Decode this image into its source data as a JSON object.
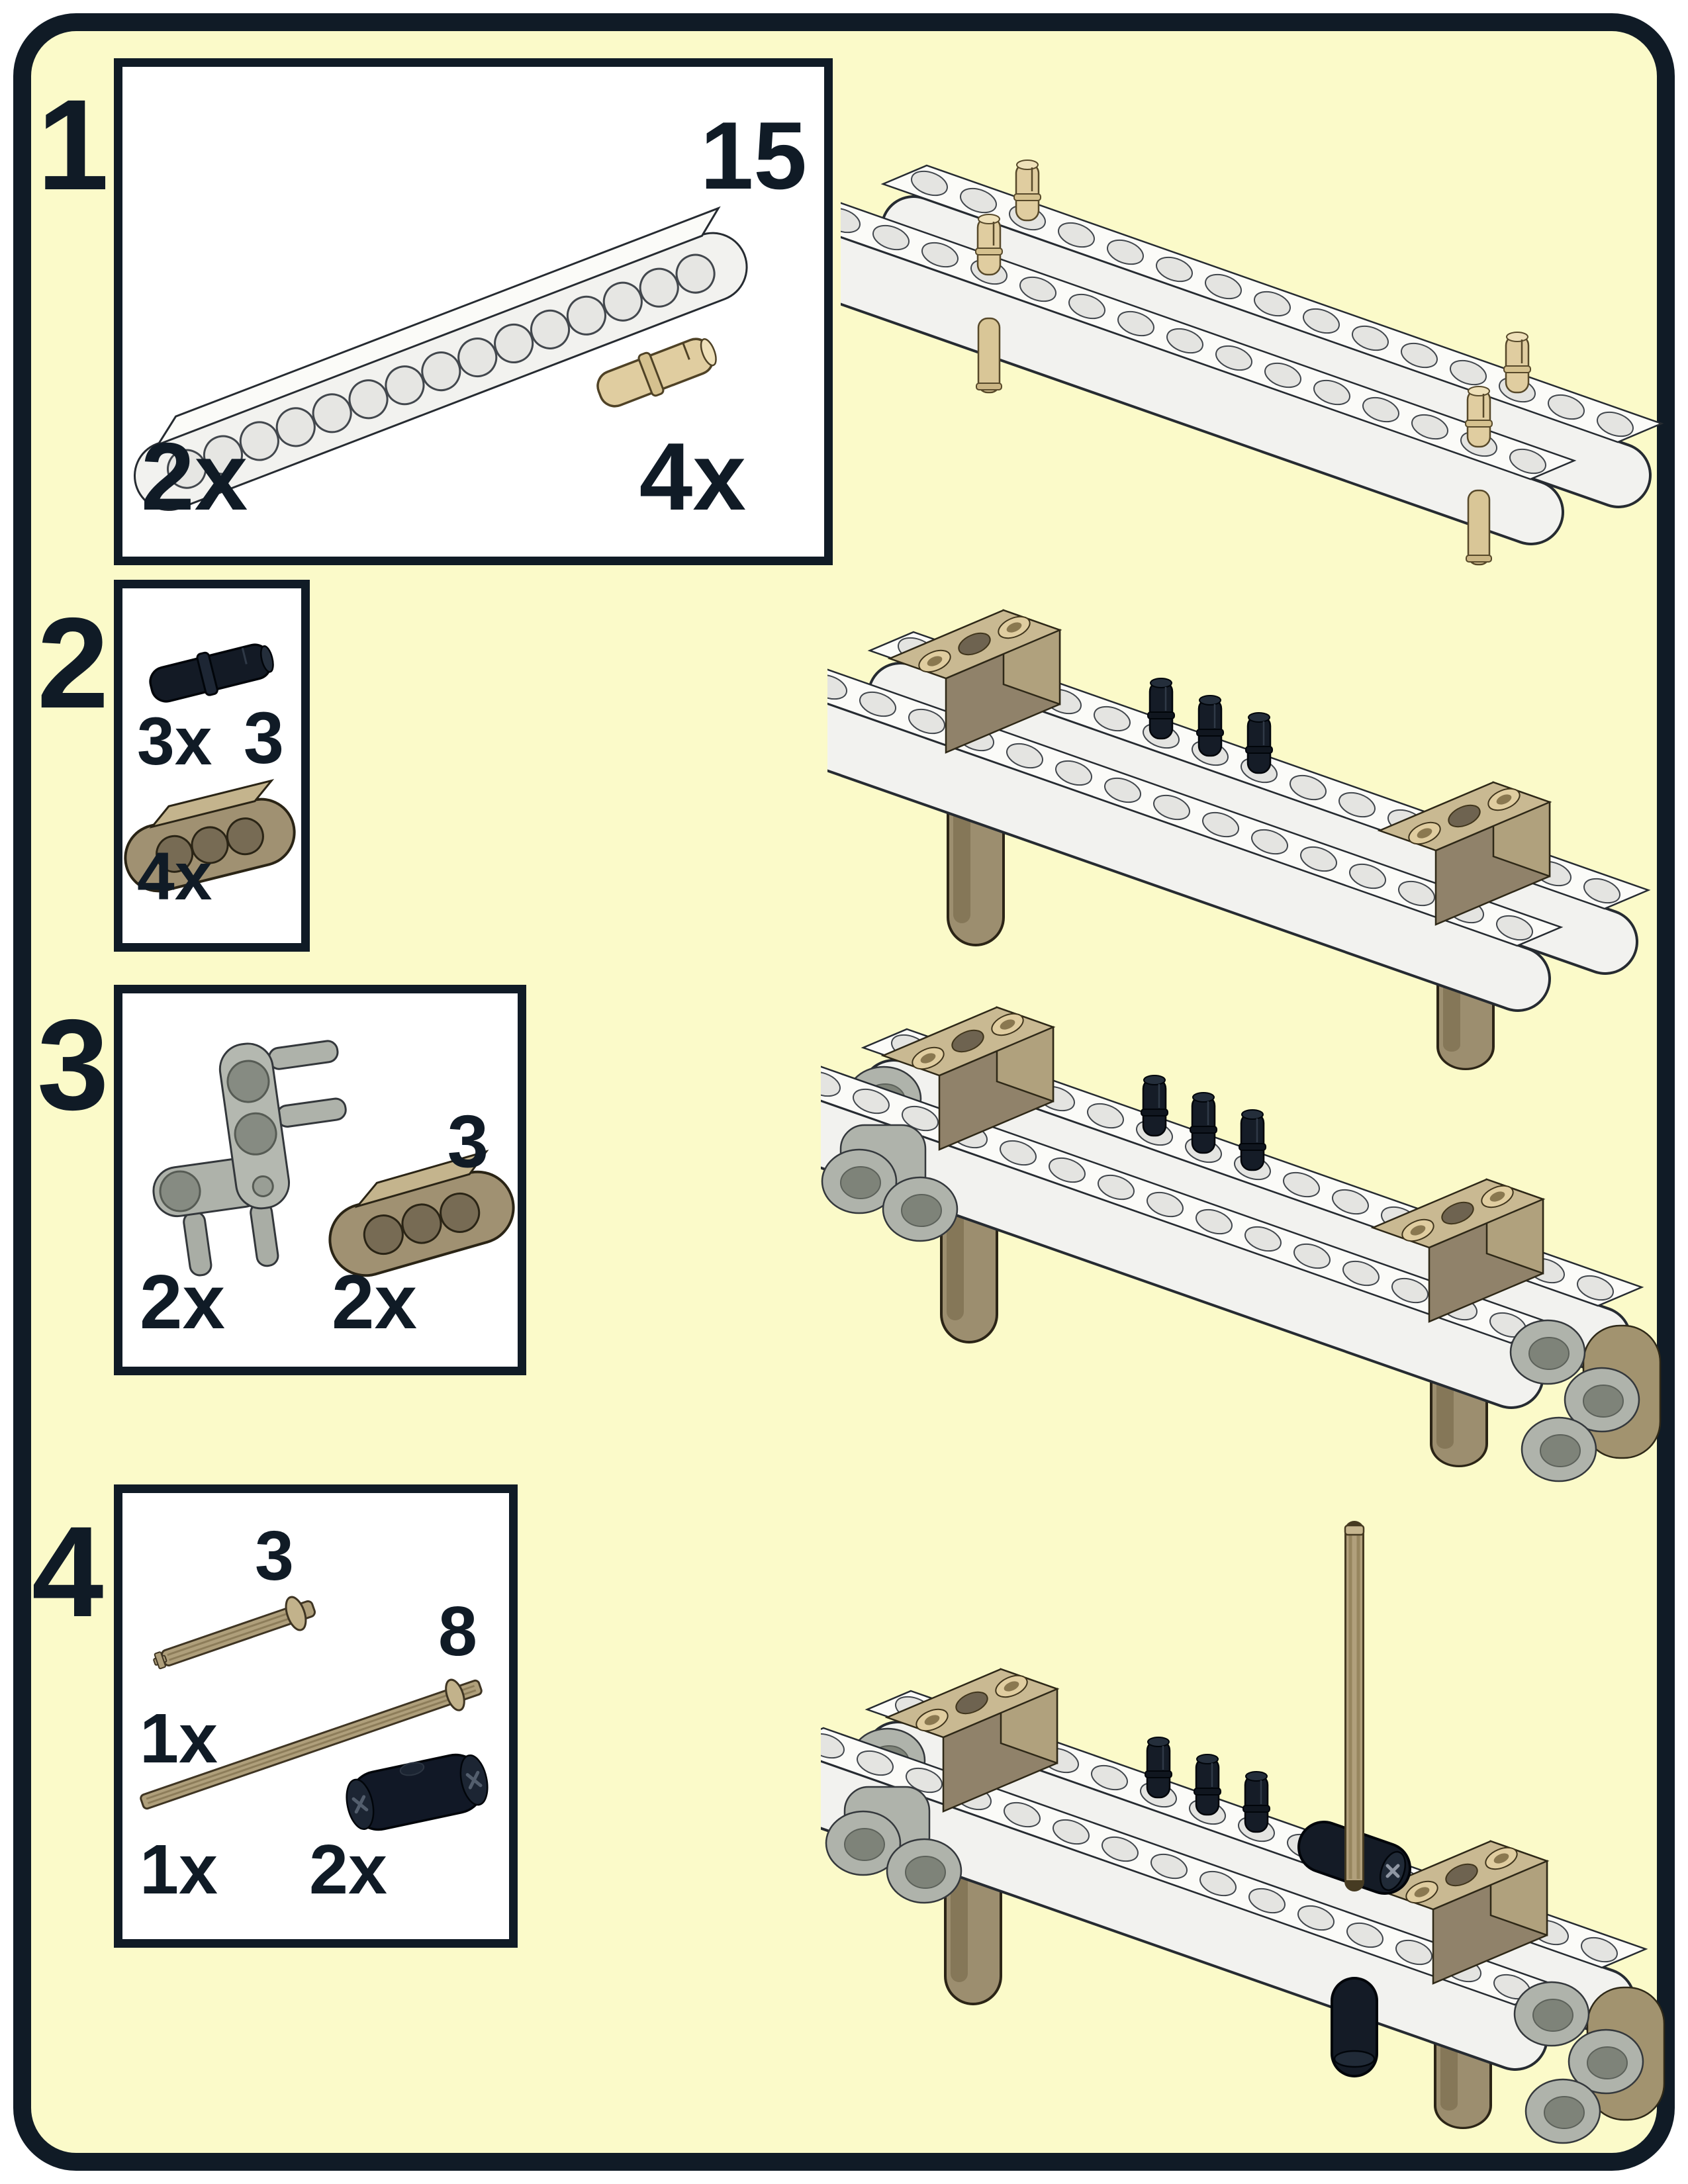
{
  "page": {
    "background_color": "#FBFAC9",
    "ink_color": "#101B26",
    "box_color": "#FFFFFF"
  },
  "steps": [
    {
      "number": "1",
      "box": {
        "parts": [
          {
            "name": "technic-beam-15l-white",
            "length_label": "15",
            "count": "2x",
            "color": "#F2F2EF"
          },
          {
            "name": "technic-pin-3l-tan",
            "count": "4x",
            "color": "#E0CDA0"
          }
        ]
      }
    },
    {
      "number": "2",
      "box": {
        "parts": [
          {
            "name": "technic-pin-3l-black",
            "count": "3x",
            "color": "#151C27"
          },
          {
            "name": "technic-beam-3l-dark-tan",
            "length_label": "3",
            "count": "4x",
            "color": "#A09172"
          }
        ]
      }
    },
    {
      "number": "3",
      "box": {
        "parts": [
          {
            "name": "technic-pin-connector-perpendicular-gray",
            "count": "2x",
            "color": "#AEB2AA"
          },
          {
            "name": "technic-beam-3l-dark-tan",
            "length_label": "3",
            "count": "2x",
            "color": "#A09172"
          }
        ]
      }
    },
    {
      "number": "4",
      "box": {
        "parts": [
          {
            "name": "technic-axle-3l-with-stop-dark-tan",
            "length_label": "3",
            "count": "1x",
            "color": "#AF9F7B"
          },
          {
            "name": "technic-axle-8l-dark-tan",
            "length_label": "8",
            "count": "1x",
            "color": "#AF9F7B"
          },
          {
            "name": "technic-pin-connector-2l-black",
            "count": "2x",
            "color": "#111826"
          }
        ]
      }
    }
  ]
}
